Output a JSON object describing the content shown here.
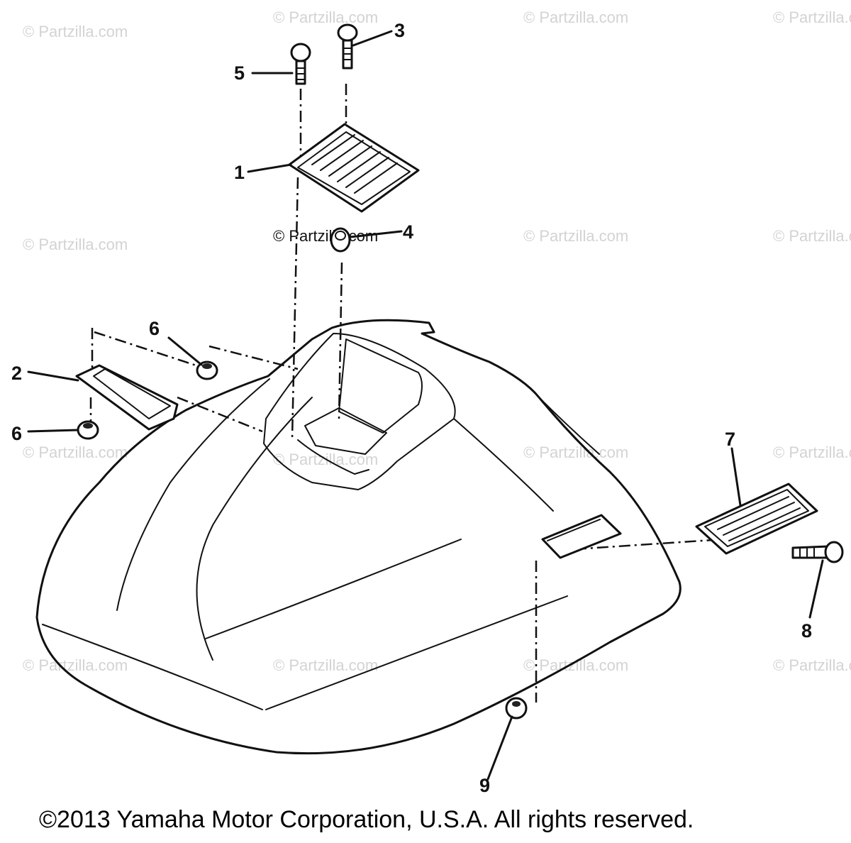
{
  "watermark": {
    "text": "© Partzilla.com"
  },
  "callouts": {
    "c1": "1",
    "c2": "2",
    "c3": "3",
    "c4": "4",
    "c5": "5",
    "c6a": "6",
    "c6b": "6",
    "c7": "7",
    "c8": "8",
    "c9": "9"
  },
  "footer": {
    "copyright": "©2013 Yamaha Motor Corporation, U.S.A. All rights reserved."
  }
}
